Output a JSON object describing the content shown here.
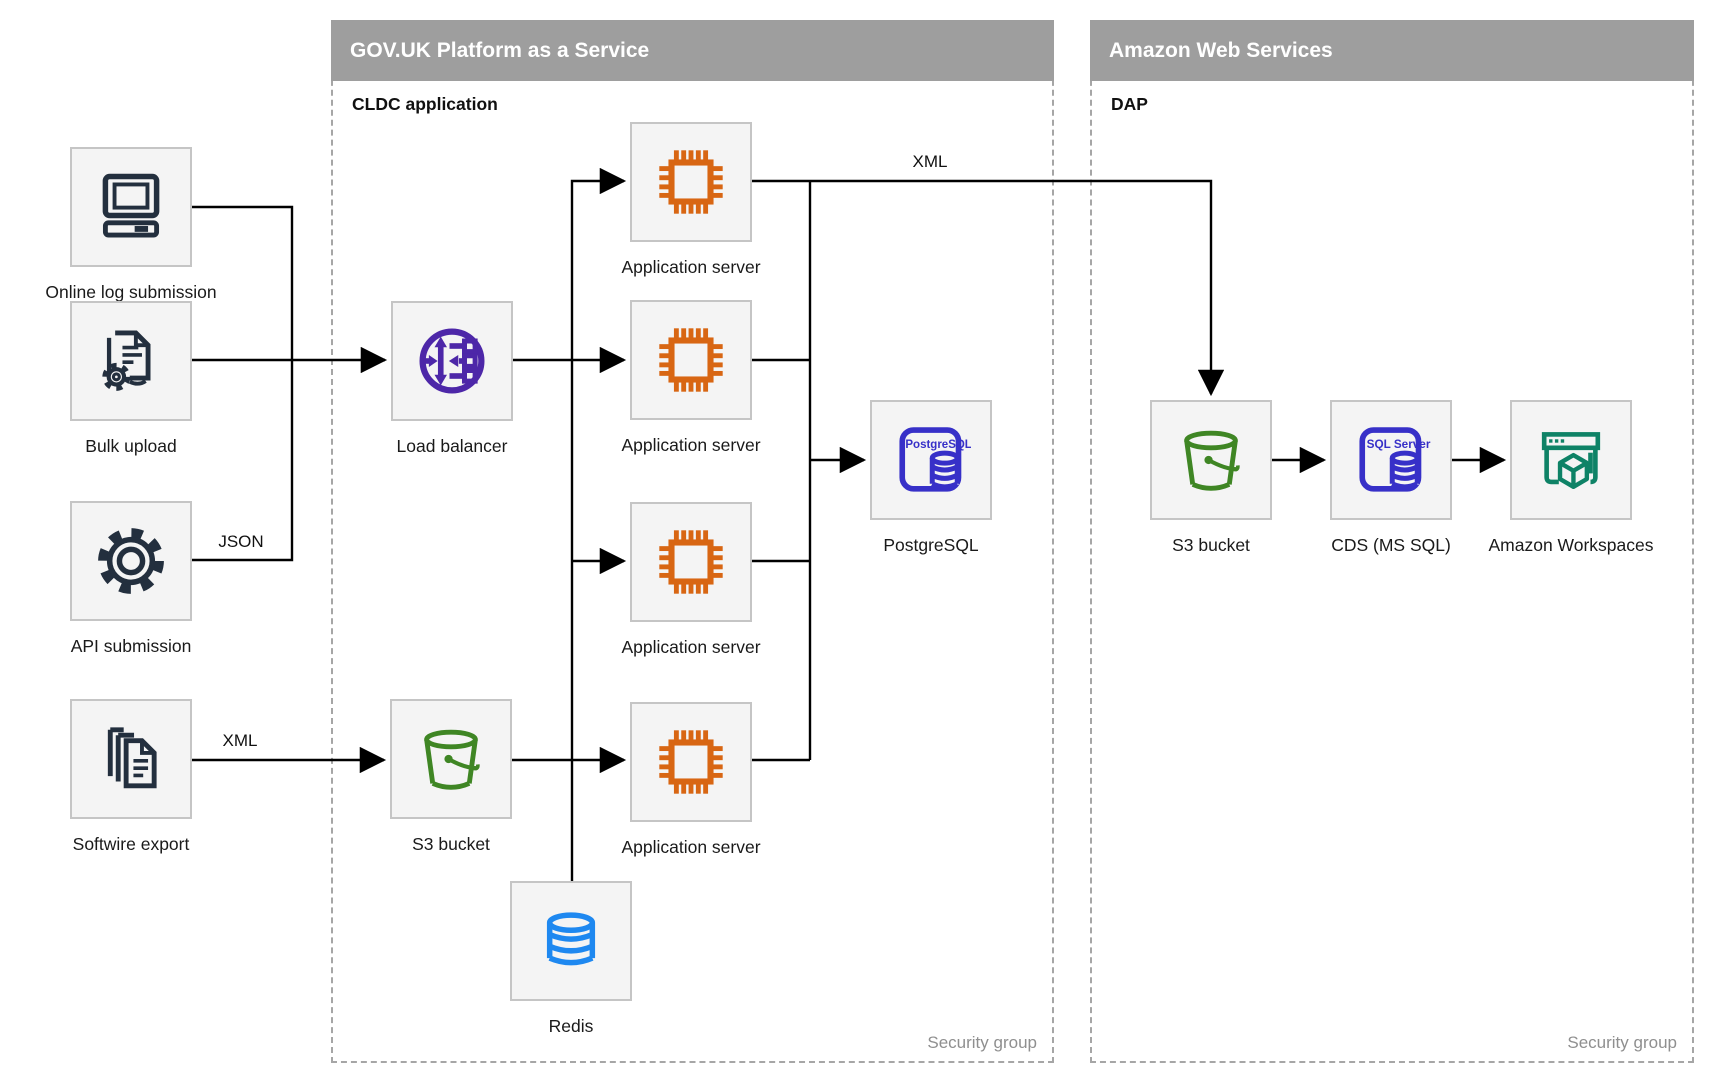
{
  "containers": {
    "paas": {
      "title": "GOV.UK Platform as a Service",
      "sublabel": "CLDC application",
      "footer": "Security group"
    },
    "aws": {
      "title": "Amazon Web Services",
      "sublabel": "DAP",
      "footer": "Security group"
    }
  },
  "nodes": {
    "online_log": {
      "label": "Online log submission",
      "icon": "desktop-computer-icon",
      "color": "#232f3e"
    },
    "bulk_upload": {
      "label": "Bulk upload",
      "icon": "document-gear-icon",
      "color": "#232f3e"
    },
    "api_submission": {
      "label": "API submission",
      "icon": "gear-icon",
      "color": "#232f3e"
    },
    "softwire_export": {
      "label": "Softwire export",
      "icon": "document-stack-icon",
      "color": "#232f3e"
    },
    "load_balancer": {
      "label": "Load balancer",
      "icon": "load-balancer-icon",
      "color": "#4d27a8"
    },
    "s3_bucket_paas": {
      "label": "S3 bucket",
      "icon": "s3-bucket-icon",
      "color": "#3f8624"
    },
    "app_server_1": {
      "label": "Application server",
      "icon": "chip-icon",
      "color": "#d86613"
    },
    "app_server_2": {
      "label": "Application server",
      "icon": "chip-icon",
      "color": "#d86613"
    },
    "app_server_3": {
      "label": "Application server",
      "icon": "chip-icon",
      "color": "#d86613"
    },
    "app_server_4": {
      "label": "Application server",
      "icon": "chip-icon",
      "color": "#d86613"
    },
    "postgresql": {
      "label": "PostgreSQL",
      "icon": "postgresql-database-icon",
      "icon_text": "PostgreSQL",
      "color": "#3730c8"
    },
    "redis": {
      "label": "Redis",
      "icon": "redis-database-icon",
      "color": "#1e88f0"
    },
    "s3_bucket_aws": {
      "label": "S3 bucket",
      "icon": "s3-bucket-icon",
      "color": "#3f8624"
    },
    "cds": {
      "label": "CDS (MS SQL)",
      "icon": "sql-server-database-icon",
      "icon_text": "SQL Server",
      "color": "#3730c8"
    },
    "workspaces": {
      "label": "Amazon Workspaces",
      "icon": "workspaces-icon",
      "color": "#0e8266"
    }
  },
  "edge_labels": {
    "json": "JSON",
    "xml_to_s3_bucket": "XML",
    "xml_to_aws": "XML"
  },
  "palette": {
    "header_bg": "#9e9e9e",
    "header_text": "#ffffff",
    "node_bg": "#f4f4f4",
    "node_border": "#c5c5c5",
    "dashed_border": "#a6a6a6",
    "connector": "#000000",
    "footer_text": "#8f8f8f"
  }
}
